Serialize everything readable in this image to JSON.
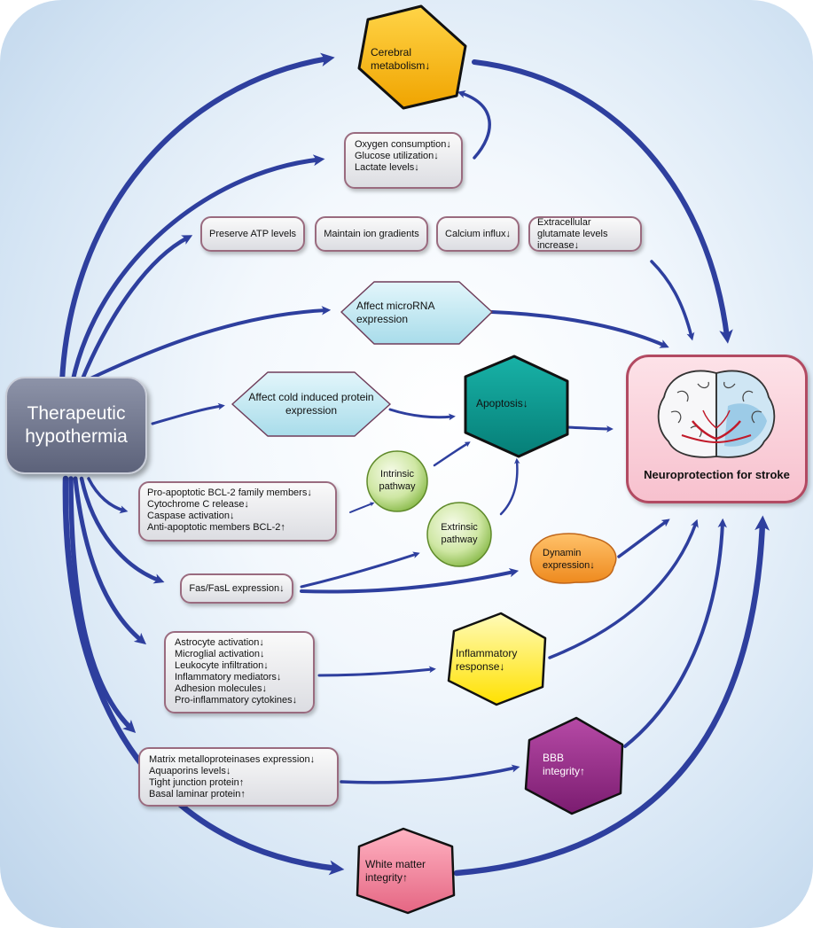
{
  "therapeutic": "Therapeutic hypothermia",
  "neuroprotection": "Neuroprotection for stroke",
  "cerebral_metabolism": "Cerebral metabolism↓",
  "oxygen_box": [
    "Oxygen consumption↓",
    "Glucose utilization↓",
    "Lactate levels↓"
  ],
  "atp": "Preserve ATP levels",
  "ion": "Maintain ion gradients",
  "calcium": "Calcium influx↓",
  "glutamate": "Extracellular glutamate levels increase↓",
  "microrna": "Affect microRNA expression",
  "cold_protein": "Affect cold induced protein expression",
  "apoptosis": "Apoptosis↓",
  "intrinsic": "Intrinsic pathway",
  "extrinsic": "Extrinsic pathway",
  "bcl_box": [
    "Pro-apoptotic BCL-2 family members↓",
    "Cytochrome C release↓",
    "Caspase activation↓",
    "Anti-apoptotic members BCL-2↑"
  ],
  "fas": "Fas/FasL expression↓",
  "dynamin": "Dynamin expression↓",
  "inflam_box": [
    "Astrocyte activation↓",
    "Microglial activation↓",
    "Leukocyte infiltration↓",
    "Inflammatory mediators↓",
    "Adhesion molecules↓",
    "Pro-inflammatory cytokines↓"
  ],
  "inflammatory_response": "Inflammatory response↓",
  "matrix_box": [
    "Matrix metalloproteinases expression↓",
    "Aquaporins levels↓",
    "Tight junction protein↑",
    "Basal laminar protein↑"
  ],
  "bbb": "BBB integrity↑",
  "white_matter": "White matter integrity↑",
  "colors": {
    "arrow": "#2e3f9e",
    "cerebral_hex": "#f5b400",
    "apoptosis_hex": "#0f9e94",
    "inflammatory_hex": "#ffee1a",
    "bbb_hex": "#9a2a8a",
    "white_matter_hex": "#ee7a93",
    "pathway_circle": "#8cc04a",
    "dynamin": "#f39a2c",
    "diamond": "#bfe8f2"
  }
}
